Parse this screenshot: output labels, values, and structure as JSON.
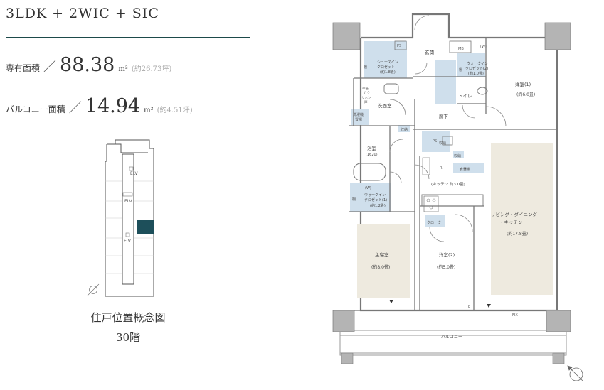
{
  "header": {
    "type": "3LDK + 2WIC + SIC",
    "private_area": {
      "label": "専有面積",
      "value": "88.38",
      "unit": "m²",
      "tsubo": "(約26.73坪)"
    },
    "balcony_area": {
      "label": "バルコニー面積",
      "value": "14.94",
      "unit": "m²",
      "tsubo": "(約4.51坪)"
    },
    "slash": "／"
  },
  "key_plan": {
    "caption": "住戸位置概念図",
    "floor": "30階",
    "elv_labels": [
      "ELV",
      "ELV",
      "E.V"
    ],
    "highlight_color": "#1d4f5a"
  },
  "floor_plan": {
    "rooms": {
      "entrance": "玄関",
      "shoes_closet": [
        "シューズイン",
        "クロゼット",
        "(約1.8畳)"
      ],
      "wic2": [
        "ウォークイン",
        "クロゼット(2)",
        "(約1.0畳)"
      ],
      "western1": [
        "洋室(1)",
        "(約6.0畳)"
      ],
      "washroom": "洗面室",
      "toilet": "トイレ",
      "hallway": "廊下",
      "bath": [
        "浴室",
        "(1620)"
      ],
      "wic1": [
        "ウォークイン",
        "クロゼット(1)",
        "(約1.2畳)"
      ],
      "kitchen": "(キッチン 約3.0畳)",
      "ldk": [
        "リビング・ダイニング",
        "・キッチン",
        "(約17.8畳)"
      ],
      "master": [
        "主寝室",
        "(約8.0畳)"
      ],
      "western2": [
        "洋室(2)",
        "(約5.0畳)"
      ],
      "balcony": "バルコニー"
    },
    "small_labels": {
      "ps": "PS",
      "mb": "MB",
      "w": "(W)",
      "storage": "収納",
      "closet": "クロゼット",
      "cloak": "クローク",
      "dish": "食器棚",
      "fix": "FIX",
      "r": "R",
      "p": "P",
      "laundry": [
        "洗濯機",
        "置場"
      ],
      "shelf": "棚",
      "towel": [
        "手洗",
        "カウ",
        "リネン",
        "庫"
      ]
    },
    "colors": {
      "storage_blue": "#cfdfec",
      "floor_beige": "#eeeadf",
      "wall": "#777777",
      "pillar": "#b4b4b4"
    }
  }
}
